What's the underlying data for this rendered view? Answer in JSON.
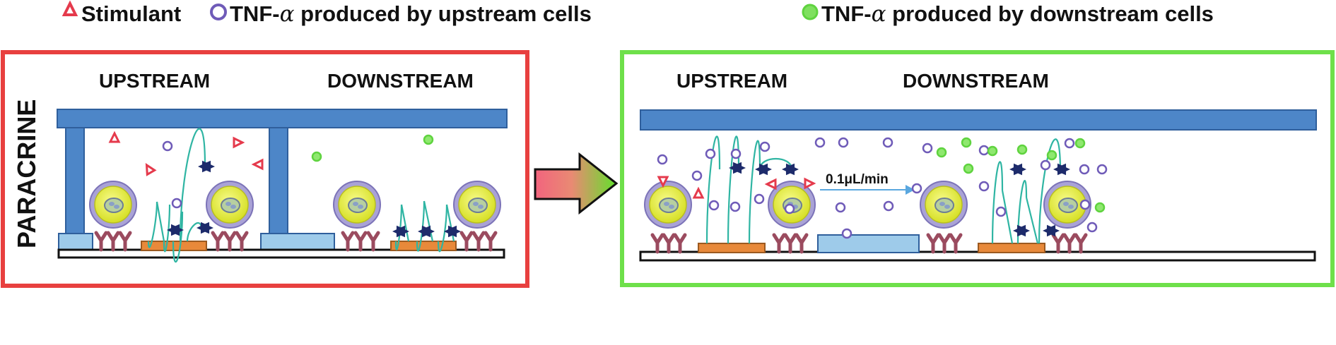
{
  "legend": {
    "stimulant": "Stimulant",
    "tnf_up_prefix": "TNF-",
    "tnf_up_alpha": "α",
    "tnf_up_suffix": " produced by upstream cells",
    "tnf_down_prefix": "TNF-",
    "tnf_down_alpha": "α",
    "tnf_down_suffix": " produced by downstream cells"
  },
  "left_panel": {
    "side_label": "PARACRINE",
    "upstream": "UPSTREAM",
    "downstream": "DOWNSTREAM"
  },
  "right_panel": {
    "upstream": "UPSTREAM",
    "downstream": "DOWNSTREAM",
    "flow": "0.1μL/min"
  },
  "colors": {
    "left_border": "#e8403f",
    "right_border": "#6ee04a",
    "channel_blue": "#4d86c8",
    "pad_light_blue": "#9ecbea",
    "orange_pad": "#e8893a",
    "cell_yellow": "#e9ef3c",
    "cell_ring": "#a9a2d6",
    "purple_particle": "#6f5bb8",
    "green_particle": "#5fd33f",
    "stimulant_red": "#e53a4c",
    "antibody": "#9b4b5f",
    "tcell_dark": "#1d2b6b",
    "tether_teal": "#2fb5a3",
    "flow_arrow": "#5aa7df"
  }
}
